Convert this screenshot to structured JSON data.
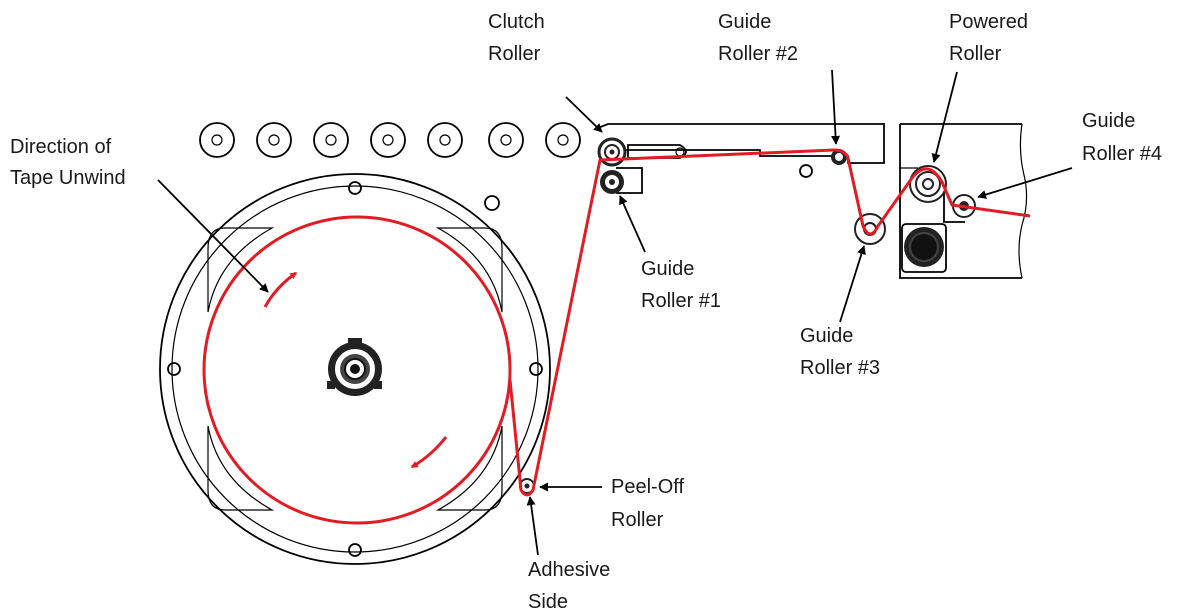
{
  "labels": {
    "direction_line1": "Direction of",
    "direction_line2": "Tape Unwind",
    "clutch_line1": "Clutch",
    "clutch_line2": "Roller",
    "guide2_line1": "Guide",
    "guide2_line2": "Roller #2",
    "powered_line1": "Powered",
    "powered_line2": "Roller",
    "guide4_line1": "Guide",
    "guide4_line2": "Roller #4",
    "guide1_line1": "Guide",
    "guide1_line2": "Roller #1",
    "guide3_line1": "Guide",
    "guide3_line2": "Roller #3",
    "peel_line1": "Peel-Off",
    "peel_line2": "Roller",
    "adhesive_line1": "Adhesive",
    "adhesive_line2": "Side"
  },
  "colors": {
    "tape": "#e31b23",
    "line": "#000000"
  }
}
